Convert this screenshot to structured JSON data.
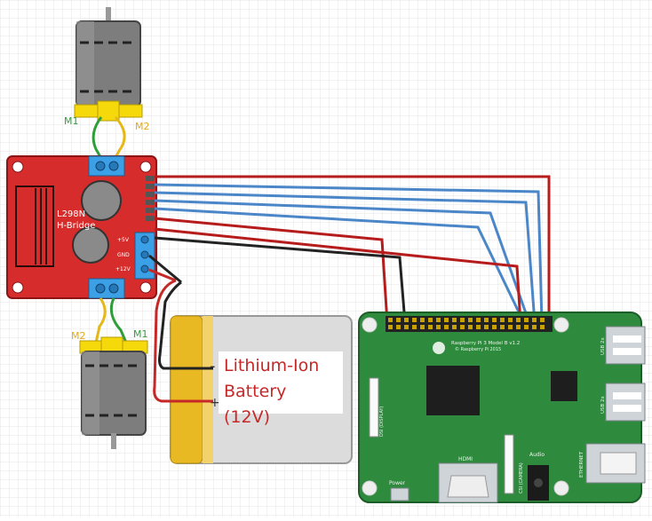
{
  "motor_top": {
    "m1": "M1",
    "m2": "M2"
  },
  "motor_bottom": {
    "m1": "M1",
    "m2": "M2"
  },
  "hbridge": {
    "line1": "L298N",
    "line2": "H-Bridge",
    "pin_12v": "+12V",
    "pin_gnd": "GND",
    "pin_5v": "+5V"
  },
  "battery": {
    "line1": "Lithium-Ion",
    "line2": "Battery (12V)",
    "minus": "-",
    "plus": "+"
  },
  "rpi": {
    "title": "Raspberry Pi 3 Model B v1.2",
    "copyright": "© Raspberry Pi 2015",
    "hdmi": "HDMI",
    "power": "Power",
    "audio": "Audio",
    "dsi": "DSI (DISPLAY)",
    "csi": "CSI (CAMERA)",
    "usb1": "USB 2x",
    "usb2": "USB 2x",
    "ethernet": "ETHERNET"
  },
  "colors": {
    "board_red": "#d32f2f",
    "pi_green": "#2e8b3e",
    "wire_red": "#b71c1c",
    "wire_blue": "#4a86c8",
    "wire_black": "#222222",
    "battery_gold": "#e8b923"
  }
}
